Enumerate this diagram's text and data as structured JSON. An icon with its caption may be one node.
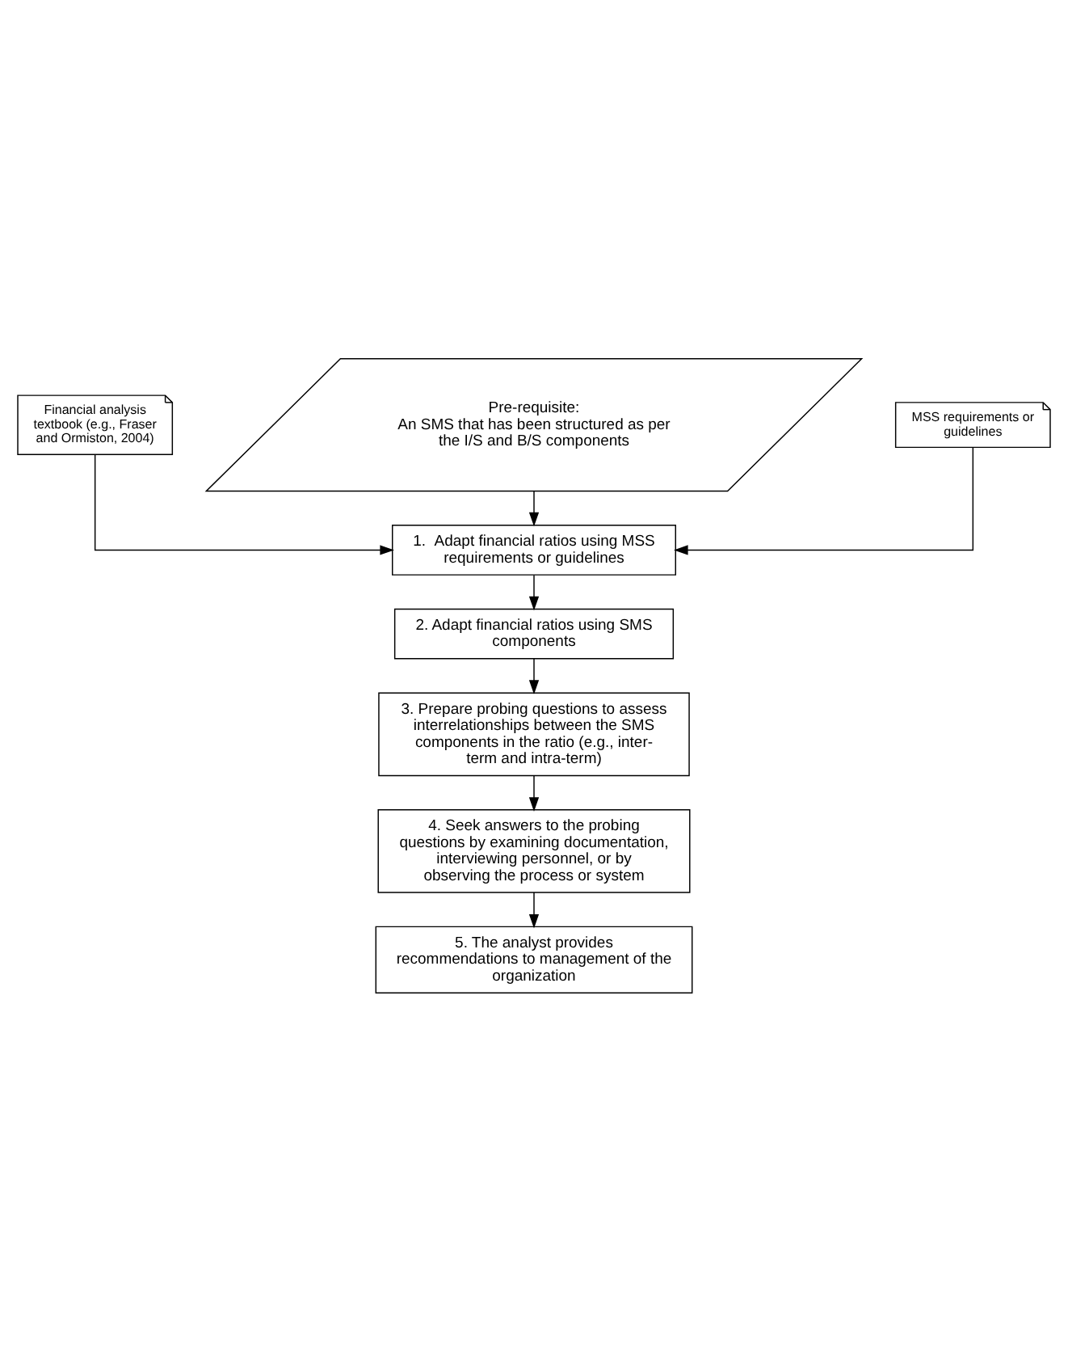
{
  "diagram": {
    "nodes": [
      {
        "text": [
          "Financial analysis textbook (e.g., Fraser and Ormiston, 2004)"
        ]
      },
      {
        "text": [
          "Pre-requisite:",
          "An SMS that has been structured as per the I/S and B/S components"
        ]
      },
      {
        "text": [
          "MSS requirements or guidelines"
        ]
      },
      {
        "text": [
          "1.  Adapt financial ratios using MSS requirements or guidelines"
        ]
      },
      {
        "text": [
          "2. Adapt financial ratios using SMS components"
        ]
      },
      {
        "text": [
          "3. Prepare probing questions to assess interrelationships between the SMS components in the ratio (e.g., inter-term and intra-term)"
        ]
      },
      {
        "text": [
          "4. Seek answers to the probing questions by examining documentation, interviewing personnel, or by observing the process or system"
        ]
      },
      {
        "text": [
          "5. The analyst provides recommendations to management of the organization"
        ]
      }
    ],
    "edges": [
      {
        "from": 0,
        "to": 3,
        "arrow": "to"
      },
      {
        "from": 1,
        "to": 3,
        "arrow": "to"
      },
      {
        "from": 2,
        "to": 3,
        "arrow": "to"
      },
      {
        "from": 3,
        "to": 4,
        "arrow": "to"
      },
      {
        "from": 4,
        "to": 5,
        "arrow": "to"
      },
      {
        "from": 5,
        "to": 6,
        "arrow": "to"
      },
      {
        "from": 6,
        "to": 7,
        "arrow": "to"
      }
    ]
  }
}
